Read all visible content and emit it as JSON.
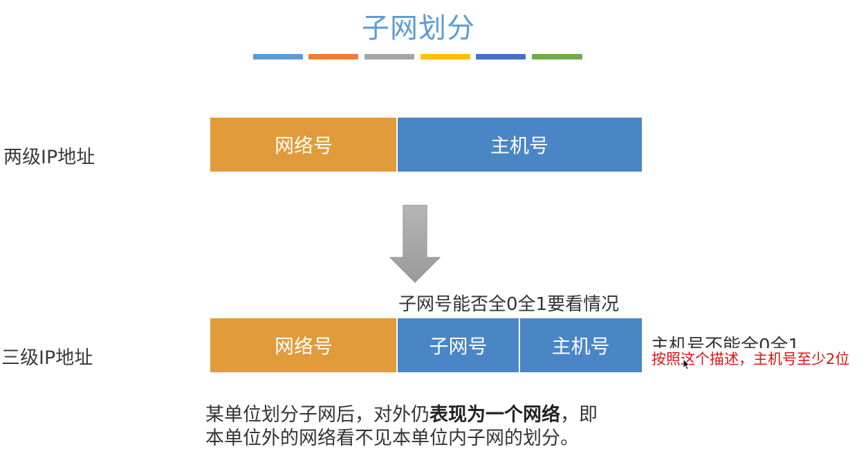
{
  "slide": {
    "title": "子网划分",
    "accent_bar_colors": [
      "#5b9bd5",
      "#ed7d31",
      "#a5a5a5",
      "#ffc000",
      "#4472c4",
      "#70ad47"
    ]
  },
  "two_level": {
    "label": "两级IP地址",
    "network_label": "网络号",
    "host_label": "主机号"
  },
  "three_level": {
    "label": "三级IP地址",
    "network_label": "网络号",
    "subnet_label": "子网号",
    "host_label": "主机号"
  },
  "notes": {
    "subnet_rule": "子网号能否全0全1要看情况",
    "host_rule": "主机号不能全0全1",
    "host_annotation": "按照这个描述，主机号至少2位"
  },
  "description": {
    "line1_prefix": "某单位划分子网后，对外仍",
    "line1_bold": "表现为一个网络",
    "line1_suffix": "，即",
    "line2": "本单位外的网络看不见本单位内子网的划分。"
  },
  "colors": {
    "title": "#5b9bd5",
    "network_block": "#e29b3a",
    "host_block": "#4a86c6",
    "arrow": "#a6a6a6",
    "annotation": "#e01010"
  },
  "icons": {
    "arrow": "down-arrow-icon",
    "cursor": "mouse-cursor-icon"
  }
}
